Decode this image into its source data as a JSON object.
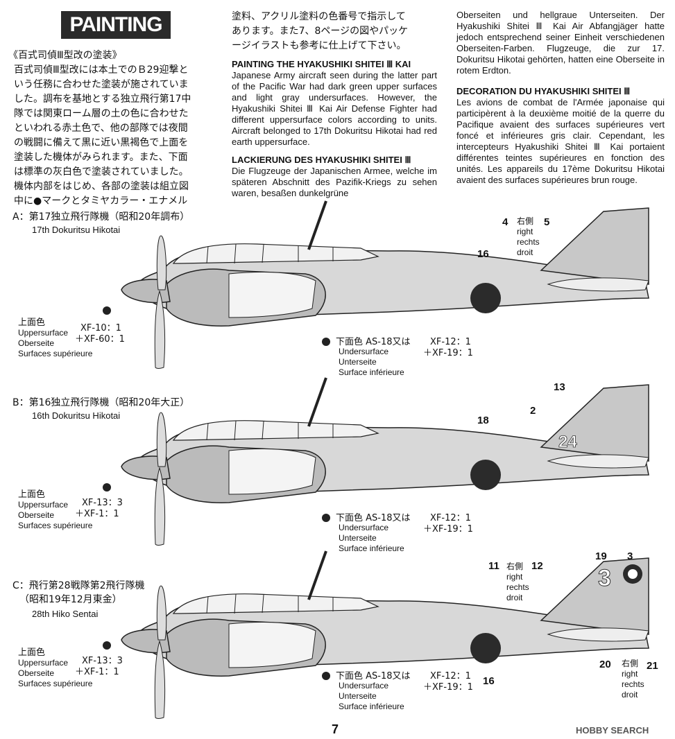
{
  "header": {
    "title": "PAINTING"
  },
  "japanese_intro": {
    "heading": "《百式司偵Ⅲ型改の塗装》",
    "lines": [
      "百式司偵Ⅲ型改には本土でのＢ29迎撃と",
      "いう任務に合わせた塗装が施されていま",
      "した。調布を基地とする独立飛行第17中",
      "隊では関東ローム層の土の色に合わせた",
      "といわれる赤土色で、他の部隊では夜間",
      "の戦闘に備えて黒に近い黒褐色で上面を",
      "塗装した機体がみられます。また、下面",
      "は標準の灰白色で塗装されていました。",
      "機体内部をはじめ、各部の塗装は組立図",
      "中に●マークとタミヤカラー・エナメル"
    ],
    "continued": [
      "塗料、アクリル塗料の色番号で指示して",
      "あります。また7、8ページの図やパッケ",
      "ージイラストも参考に仕上げて下さい。"
    ]
  },
  "english": {
    "title": "PAINTING THE HYAKUSHIKI SHITEI Ⅲ KAI",
    "body": "Japanese Army aircraft seen during the latter part of the Pacific War had dark green upper surfaces and light gray undersurfaces. However, the Hyakushiki Shitei Ⅲ Kai Air Defense Fighter had different uppersurface colors according to units. Aircraft belonged to 17th Dokuritsu Hikotai had red earth uppersurface."
  },
  "german": {
    "title": "LACKIERUNG DES HYAKUSHIKI SHITEI Ⅲ",
    "body_col2": "Die Flugzeuge der Japanischen Armee, welche im späteren Abschnitt des Pazifik-Kriegs zu sehen waren, besaßen dunkelgrüne",
    "body_col3": "Oberseiten und hellgraue Unterseiten. Der Hyakushiki Shitei Ⅲ Kai Air Abfangjäger hatte jedoch entsprechend seiner Einheit verschiedenen Oberseiten-Farben. Flugzeuge, die zur 17. Dokuritsu Hikotai gehörten, hatten eine Oberseite in rotem Erdton."
  },
  "french": {
    "title": "DECORATION DU HYAKUSHIKI SHITEI Ⅲ",
    "body": "Les avions de combat de l'Armée japonaise qui participèrent à la deuxième moitié de la querre du Pacifique avaient des surfaces supérieures vert foncé et inférieures gris clair. Cependant, les intercepteurs Hyakushiki Shitei Ⅲ Kai portaient différentes teintes supérieures en fonction des unités. Les appareils du 17ème Dokuritsu Hikotai avaient des surfaces supérieures brun rouge."
  },
  "aircraft": [
    {
      "label_jp": "A：第17独立飛行隊機（昭和20年調布）",
      "label_en": "17th Dokuritsu Hikotai",
      "upper_jp": "上面色",
      "upper_en": "Uppersurface",
      "upper_de": "Oberseite",
      "upper_fr": "Surfaces supérieure",
      "upper_paint1": "XF-10：1",
      "upper_paint2": "＋XF-60：1",
      "lower_jp": "下面色 AS-18又は",
      "lower_paint1": "XF-12：1",
      "lower_paint2": "＋XF-19：1",
      "lower_en": "Undersurface",
      "lower_de": "Unterseite",
      "lower_fr": "Surface inférieure",
      "marks": {
        "m1": "16",
        "m2": "4",
        "m3": "5"
      },
      "side_jp": "右側",
      "side_en": "right",
      "side_de": "rechts",
      "side_fr": "droit"
    },
    {
      "label_jp": "B：第16独立飛行隊機（昭和20年大正）",
      "label_en": "16th Dokuritsu Hikotai",
      "upper_jp": "上面色",
      "upper_en": "Uppersurface",
      "upper_de": "Oberseite",
      "upper_fr": "Surfaces supérieure",
      "upper_paint1": "XF-13：3",
      "upper_paint2": "＋XF-1：1",
      "lower_jp": "下面色 AS-18又は",
      "lower_paint1": "XF-12：1",
      "lower_paint2": "＋XF-19：1",
      "lower_en": "Undersurface",
      "lower_de": "Unterseite",
      "lower_fr": "Surface inférieure",
      "marks": {
        "m1": "18",
        "m2": "2",
        "m3": "13"
      },
      "tail_code": "24"
    },
    {
      "label_jp": "C：飛行第28戦隊第2飛行隊機",
      "label_jp2": "（昭和19年12月東金）",
      "label_en": "28th Hiko Sentai",
      "upper_jp": "上面色",
      "upper_en": "Uppersurface",
      "upper_de": "Oberseite",
      "upper_fr": "Surfaces supérieure",
      "upper_paint1": "XF-13：3",
      "upper_paint2": "＋XF-1：1",
      "lower_jp": "下面色 AS-18又は",
      "lower_paint1": "XF-12：1",
      "lower_paint2": "＋XF-19：1",
      "lower_en": "Undersurface",
      "lower_de": "Unterseite",
      "lower_fr": "Surface inférieure",
      "marks": {
        "m1": "16",
        "m2": "11",
        "m3": "12",
        "m4": "19",
        "m5": "3",
        "m6": "20",
        "m7": "21"
      },
      "side_jp": "右側",
      "side_en": "right",
      "side_de": "rechts",
      "side_fr": "droit",
      "tail_code": "3"
    }
  ],
  "footer": {
    "page_number": "7",
    "watermark": "HOBBY SEARCH"
  },
  "colors": {
    "header_bg": "#2a2a2a",
    "hinomaru": "#2b2b2b",
    "line": "#222222"
  }
}
